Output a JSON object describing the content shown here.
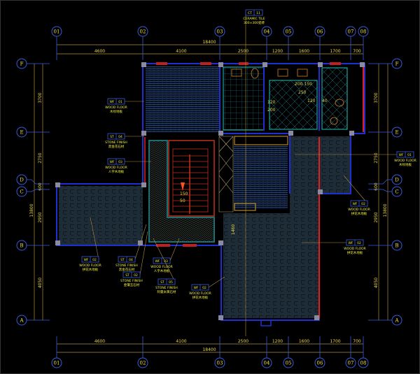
{
  "drawing": {
    "type": "floor-finish-plan",
    "colors": {
      "wall": "#2030d0",
      "dimension": "#c8a040",
      "text": "#f0e040",
      "accent": "#e02020",
      "tile": "#20c0c0"
    },
    "columns": [
      "01",
      "02",
      "03",
      "04",
      "05",
      "06",
      "07",
      "08"
    ],
    "rows": [
      "F",
      "E",
      "D",
      "C",
      "B",
      "A"
    ],
    "top_dims": {
      "total": "18400",
      "segments": [
        "4600",
        "4100",
        "2500",
        "1200",
        "1600",
        "1700",
        "700"
      ]
    },
    "bottom_dims": {
      "total": "18400",
      "segments": [
        "4600",
        "4100",
        "2500",
        "1200",
        "1600",
        "1700",
        "700"
      ]
    },
    "left_dims": {
      "total": "13800",
      "segments": [
        "3700",
        "2750",
        "600",
        "2950",
        "4050"
      ]
    },
    "right_dims": {
      "total": "13800",
      "segments": [
        "3700",
        "2750",
        "600",
        "2950",
        "4050"
      ]
    },
    "annotations": {
      "bath_a": "200 150",
      "bath_b": "250",
      "bath_c": "120",
      "bath_d": "40",
      "bath_e": "120",
      "bath_f": "200",
      "stair_a": "150",
      "stair_b": "50",
      "corridor": "1460"
    },
    "tags": [
      {
        "code": "CT",
        "num": "11",
        "line1": "CERAMIC TILE",
        "line2": "300×300瓷砖"
      },
      {
        "code": "WF",
        "num": "01",
        "line1": "WOOD FLOOR",
        "line2": "木纹地板"
      },
      {
        "code": "ST",
        "num": "04",
        "line1": "STONE FINISH",
        "line2": "黑金花石材"
      },
      {
        "code": "WF",
        "num": "03",
        "line1": "WOOD FLOOR",
        "line2": "人字木地板"
      },
      {
        "code": "WF",
        "num": "02",
        "line1": "WOOD FLOOR",
        "line2": "拼花木地板"
      },
      {
        "code": "ST",
        "num": "04",
        "line1": "STONE FINISH",
        "line2": "黑金花石材"
      },
      {
        "code": "ST",
        "num": "02",
        "line1": "STONE FINISH",
        "line2": "金镶玉石材"
      },
      {
        "code": "WF",
        "num": "03",
        "line1": "WOOD FLOOR",
        "line2": "人字木地板"
      },
      {
        "code": "ST",
        "num": "05",
        "line1": "STONE FINISH",
        "line2": "阿曼米黄石材"
      },
      {
        "code": "WF",
        "num": "02",
        "line1": "WOOD FLOOR",
        "line2": "拼花木地板"
      },
      {
        "code": "WF",
        "num": "01",
        "line1": "WOOD FLOOR",
        "line2": "木纹地板"
      },
      {
        "code": "WF",
        "num": "02",
        "line1": "WOOD FLOOR",
        "line2": "拼花木地板"
      },
      {
        "code": "WF",
        "num": "02",
        "line1": "WOOD FLOOR",
        "line2": "拼花木地板"
      }
    ]
  }
}
